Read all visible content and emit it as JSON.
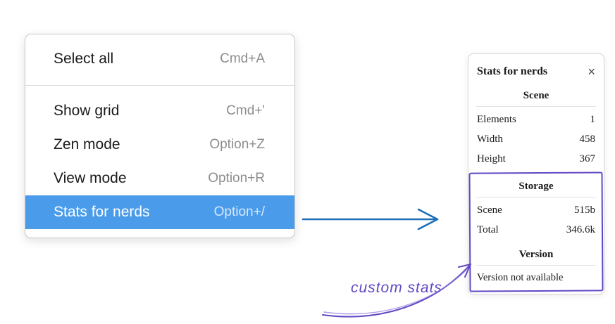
{
  "menu": {
    "items": [
      {
        "label": "Select all",
        "shortcut": "Cmd+A",
        "selected": false
      },
      {
        "label": "Show grid",
        "shortcut": "Cmd+'",
        "selected": false
      },
      {
        "label": "Zen mode",
        "shortcut": "Option+Z",
        "selected": false
      },
      {
        "label": "View mode",
        "shortcut": "Option+R",
        "selected": false
      },
      {
        "label": "Stats for nerds",
        "shortcut": "Option+/",
        "selected": true
      }
    ]
  },
  "stats_panel": {
    "title": "Stats for nerds",
    "close_icon": "×",
    "scene_section": {
      "heading": "Scene",
      "rows": [
        {
          "label": "Elements",
          "value": "1"
        },
        {
          "label": "Width",
          "value": "458"
        },
        {
          "label": "Height",
          "value": "367"
        }
      ]
    },
    "storage_section": {
      "heading": "Storage",
      "rows": [
        {
          "label": "Scene",
          "value": "515b"
        },
        {
          "label": "Total",
          "value": "346.6k"
        }
      ]
    },
    "version_section": {
      "heading": "Version",
      "note": "Version not available"
    }
  },
  "annotation": {
    "text": "custom stats"
  },
  "colors": {
    "menu_highlight": "#4a9ceb",
    "flow_arrow": "#1c6fb8",
    "annotation_purple": "#6247c5"
  }
}
